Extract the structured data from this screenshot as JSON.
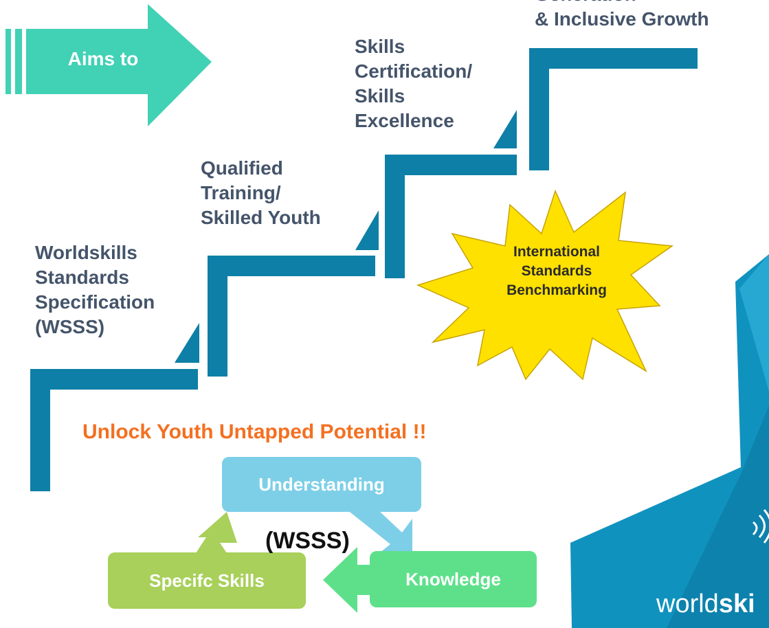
{
  "aims_arrow": {
    "label": "Aims to"
  },
  "steps": [
    {
      "label": "Worldskills\nStandards\nSpecification\n(WSSS)"
    },
    {
      "label": "Qualified\nTraining/\nSkilled Youth"
    },
    {
      "label": "Skills\nCertification/\nSkills\nExcellence"
    },
    {
      "label": "Generation\n& Inclusive Growth"
    }
  ],
  "starburst": {
    "label": "International\nStandards\nBenchmarking"
  },
  "tagline": "Unlock Youth Untapped Potential !!",
  "cycle": {
    "understanding": "Understanding",
    "knowledge": "Knowledge",
    "specific_skills": "Specifc Skills",
    "center": "(WSSS)"
  },
  "logo": {
    "prefix": "world",
    "suffix": "ski"
  },
  "colors": {
    "steps": "#0e7fa6",
    "aims_arrow": "#41d1b5",
    "starburst": "#ffe100",
    "tagline": "#f37021",
    "understanding": "#7dcfe8",
    "knowledge": "#5ee08b",
    "specific_skills": "#a8d05a",
    "text": "#44546a"
  }
}
